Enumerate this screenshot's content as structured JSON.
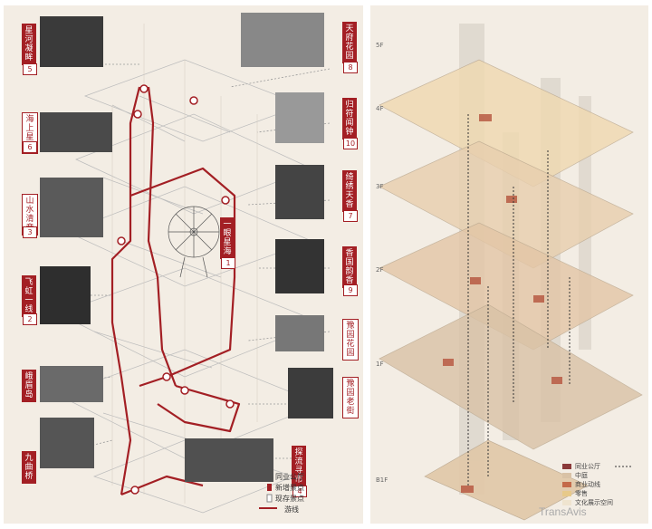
{
  "left_panel": {
    "callouts": [
      {
        "text": "星河凝眸",
        "num": "5"
      },
      {
        "text": "海上星园",
        "num": "6"
      },
      {
        "text": "山水清音",
        "num": "3"
      },
      {
        "text": "飞虹一线",
        "num": "2"
      },
      {
        "text": "峨眉岛",
        "num": ""
      },
      {
        "text": "九曲桥",
        "num": ""
      },
      {
        "text": "天府花园",
        "num": "8"
      },
      {
        "text": "归符闻钟",
        "num": "10"
      },
      {
        "text": "绮绣天香",
        "num": "7"
      },
      {
        "text": "一眼星海",
        "num": "1"
      },
      {
        "text": "香国韵香",
        "num": "9"
      },
      {
        "text": "豫园花园",
        "num": ""
      },
      {
        "text": "豫园老街",
        "num": ""
      },
      {
        "text": "探流寻市",
        "num": "4"
      }
    ],
    "legend": {
      "item1": "同业公厅",
      "item2": "新增景点",
      "item3": "现存景点",
      "item4": "游线"
    }
  },
  "right_panel": {
    "floors": [
      "5F",
      "4F",
      "3F",
      "2F",
      "1F",
      "B1F"
    ],
    "legend": [
      "同业公厅",
      "中庭",
      "商业动线",
      "零售",
      "文化展示空间"
    ],
    "watermark": "TransAvis"
  },
  "colors": {
    "accent": "#a31f24",
    "paper": "#f3ede4"
  }
}
